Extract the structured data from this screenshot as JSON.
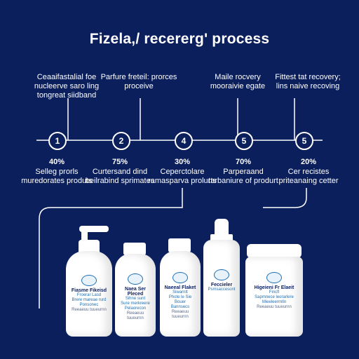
{
  "title": "Fizela,/ recererg' process",
  "stages_top": [
    {
      "text": "Ceaaifastalial foe nucleerve saro ling tongreat siidband"
    },
    {
      "text": "Parfure freteil: prorces proceive"
    },
    {
      "text": "Maile rocvery mooraivie egate"
    },
    {
      "text": "Fittest tat recovery; lins naive recoving"
    }
  ],
  "steps": [
    "1",
    "2",
    "4",
    "5",
    "5"
  ],
  "stages_bottom": [
    {
      "pct": "40%",
      "text": "Selleg prorls muredorates produts"
    },
    {
      "pct": "75%",
      "text": "Curtersand dind beilrabind sprimates"
    },
    {
      "pct": "30%",
      "text": "Ceperctolare ramasparva prolurts"
    },
    {
      "pct": "70%",
      "text": "Parperaand tarbaniure of produrt"
    },
    {
      "pct": "20%",
      "text": "Cer recistes priteanaing cetter"
    }
  ],
  "products": [
    {
      "name": "Fiasme Fikeisd",
      "sub": "Froerar Lasd",
      "line1": "Brere mareae rurd",
      "line2": "Ponsonec",
      "fine": "Reeaeuu tuueurnn"
    },
    {
      "name": "Naea Ser Pleced",
      "sub": "Sihne sunt",
      "line1": "Sure merkreere",
      "line2": "Pelaorecon",
      "fine": "Reeaeuu tuueurnn"
    },
    {
      "name": "Naeeal Flaket",
      "sub": "Siwarntt",
      "line1": "Phote le Sie Bouer",
      "line2": "Bannsecs",
      "fine": "Reeaeuu tuueurnn"
    },
    {
      "name": "Feccieler",
      "sub": "Psmsaccesont",
      "line1": "",
      "line2": "",
      "fine": ""
    },
    {
      "name": "Higeieni Fr Elaeit",
      "sub": "Fincfl",
      "line1": "Sapmnece leorarlere",
      "line2": "Mieeleerrnlln",
      "fine": "Reeaeuu tuueurnn"
    }
  ],
  "colors": {
    "background": "#0b1f5c",
    "accent": "#1e6fb5",
    "foreground": "#ffffff"
  }
}
